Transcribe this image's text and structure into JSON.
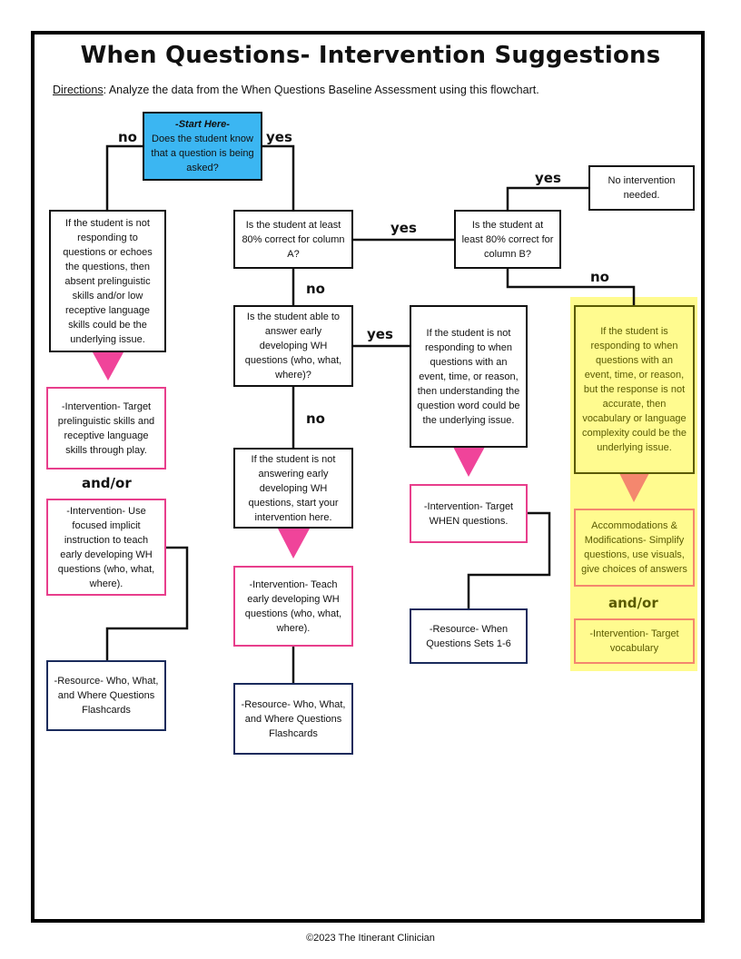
{
  "title": "When Questions- Intervention Suggestions",
  "directions": {
    "label": "Directions",
    "text": ": Analyze the data from the When Questions Baseline Assessment using this flowchart."
  },
  "nodes": {
    "start": {
      "header": "-Start Here-",
      "text": "Does the student know that a question is being asked?"
    },
    "prelinguistic_issue": "If the student is not responding to questions or echoes the questions, then absent prelinguistic skills and/or low receptive language skills could be the underlying issue.",
    "intervention_prelinguistic": "-Intervention- Target prelinguistic skills and receptive language skills through play.",
    "intervention_implicit": "-Intervention- Use focused implicit instruction to teach early developing WH questions (who, what, where).",
    "resource_flashcards_left": "-Resource- Who, What, and Where Questions Flashcards",
    "column_a": "Is the student at least 80% correct for column A?",
    "early_wh": "Is the student able to answer early developing WH questions (who, what, where)?",
    "start_intervention": "If the student is not answering early developing WH questions, start your intervention here.",
    "intervention_teach_wh": "-Intervention- Teach early developing WH questions (who, what, where).",
    "resource_flashcards_mid": "-Resource- Who, What, and Where Questions Flashcards",
    "question_word_issue": "If the student is not responding to when questions with an event, time, or reason, then understanding the question word could be the underlying issue.",
    "intervention_when": "-Intervention- Target WHEN questions.",
    "resource_sets": "-Resource- When Questions Sets 1-6",
    "column_b": "Is the student at least 80% correct for column B?",
    "no_intervention": "No intervention needed.",
    "vocab_issue": "If the student is responding to when questions with an event, time, or reason, but the response is not accurate, then vocabulary or language complexity could be the underlying issue.",
    "accommodations": "Accommodations & Modifications- Simplify questions, use visuals, give choices of answers",
    "intervention_vocab": "-Intervention- Target vocabulary"
  },
  "labels": {
    "no": "no",
    "yes": "yes",
    "and_or": "and/or"
  },
  "colors": {
    "start_fill": "#3bb6f2",
    "intervention_border": "#e83e8c",
    "resource_border": "#1a2b5c",
    "highlight": "#fffb8f",
    "highlight_text": "#5a5a00",
    "accommodation_border": "#f4876e",
    "arrow_pink": "#f0449a",
    "arrow_orange": "#f4876e"
  },
  "footer": "©2023 The Itinerant Clinician"
}
